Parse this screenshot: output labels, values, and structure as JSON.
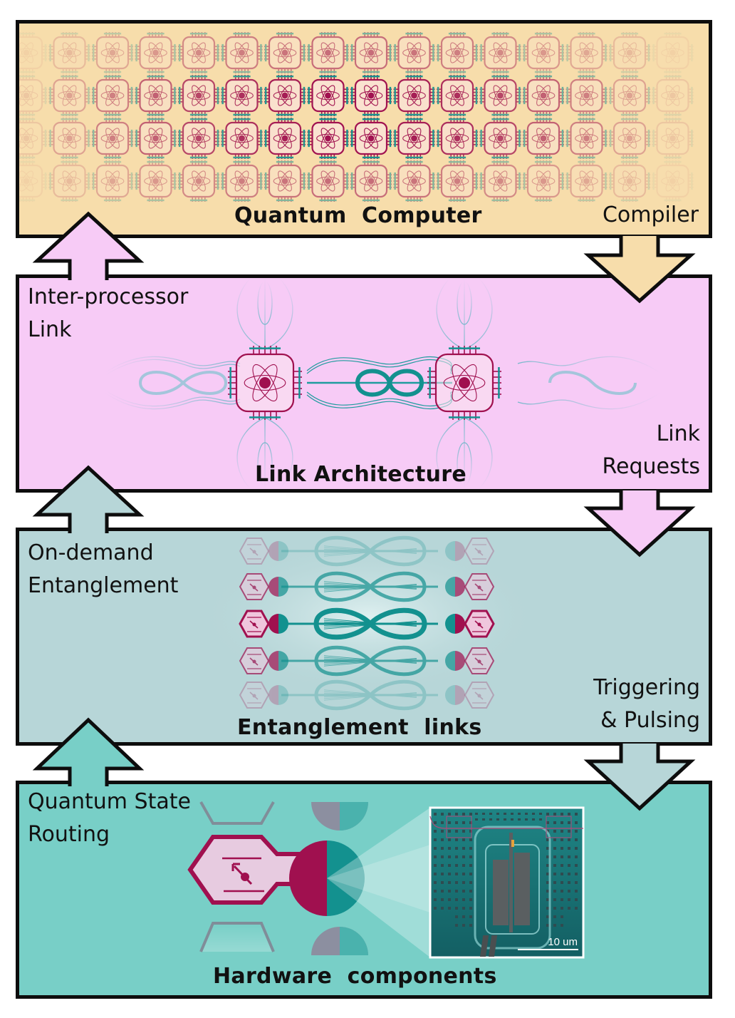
{
  "layers": {
    "quantum_computer": {
      "title": "Quantum  Computer",
      "right_label": "Compiler",
      "color": "#f7ddab"
    },
    "link_architecture": {
      "title": "Link Architecture",
      "left_label_line1": "Inter-processor",
      "left_label_line2": "Link",
      "right_label_line1": "Link",
      "right_label_line2": "Requests",
      "color": "#f7cbf6"
    },
    "entanglement_links": {
      "title": "Entanglement  links",
      "left_label_line1": "On-demand",
      "left_label_line2": "Entanglement",
      "right_label_line1": "Triggering",
      "right_label_line2": "& Pulsing",
      "color": "#b7d6d8"
    },
    "hardware_components": {
      "title": "Hardware  components",
      "left_label_line1": "Quantum State",
      "left_label_line2": "Routing",
      "scale_bar": "10 um",
      "color": "#78cfc7"
    }
  },
  "accent_colors": {
    "magenta": "#a0104f",
    "teal": "#13918f"
  }
}
